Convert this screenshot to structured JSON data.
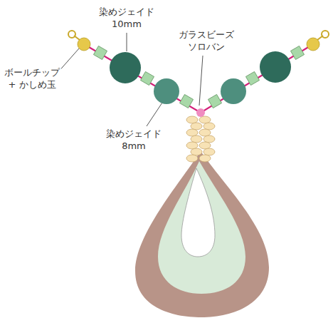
{
  "diagram": {
    "labels": [
      "染めジェイド 10mm",
      "ガラスビーズ ソロバン",
      "ボールチップ + かしめ玉",
      "染めジェイド 8mm"
    ]
  }
}
